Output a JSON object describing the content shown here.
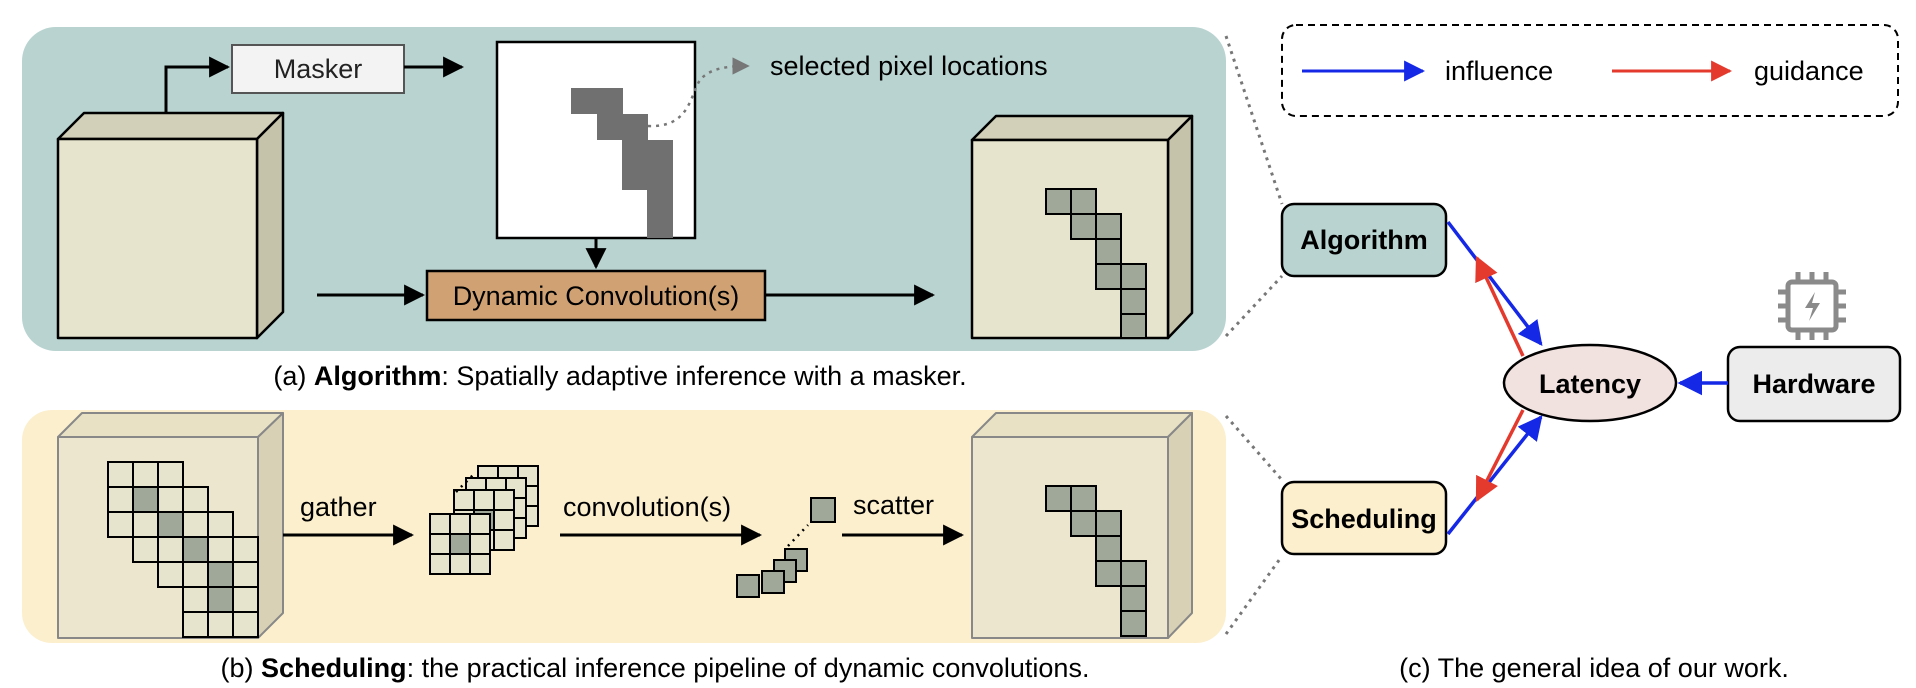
{
  "panel_a": {
    "masker_label": "Masker",
    "selected_label": "selected pixel locations",
    "dynconv_label": "Dynamic Convolution(s)",
    "caption_prefix": "(a) ",
    "caption_bold": "Algorithm",
    "caption_rest": ": Spatially adaptive inference with a masker."
  },
  "panel_b": {
    "gather_label": "gather",
    "conv_label": "convolution(s)",
    "scatter_label": "scatter",
    "caption_prefix": "(b) ",
    "caption_bold": "Scheduling",
    "caption_rest": ": the practical inference pipeline of dynamic convolutions."
  },
  "panel_c": {
    "legend_influence": "influence",
    "legend_guidance": "guidance",
    "node_algorithm": "Algorithm",
    "node_scheduling": "Scheduling",
    "node_latency": "Latency",
    "node_hardware": "Hardware",
    "caption": "(c) The general idea of our work."
  },
  "colors": {
    "panel_a_bg": "#b8d3d0",
    "panel_b_bg": "#fcefcd",
    "cube_face": "#e6e4cc",
    "masked_cell": "#a0a89a",
    "mask_pixel": "#707070",
    "dynconv_fill": "#cfa173",
    "influence": "#1428e6",
    "guidance": "#e43a2e",
    "latency_fill": "#f1e1df",
    "algorithm_fill": "#b8d3d0",
    "scheduling_fill": "#fcefcd",
    "hardware_fill": "#ececec"
  }
}
